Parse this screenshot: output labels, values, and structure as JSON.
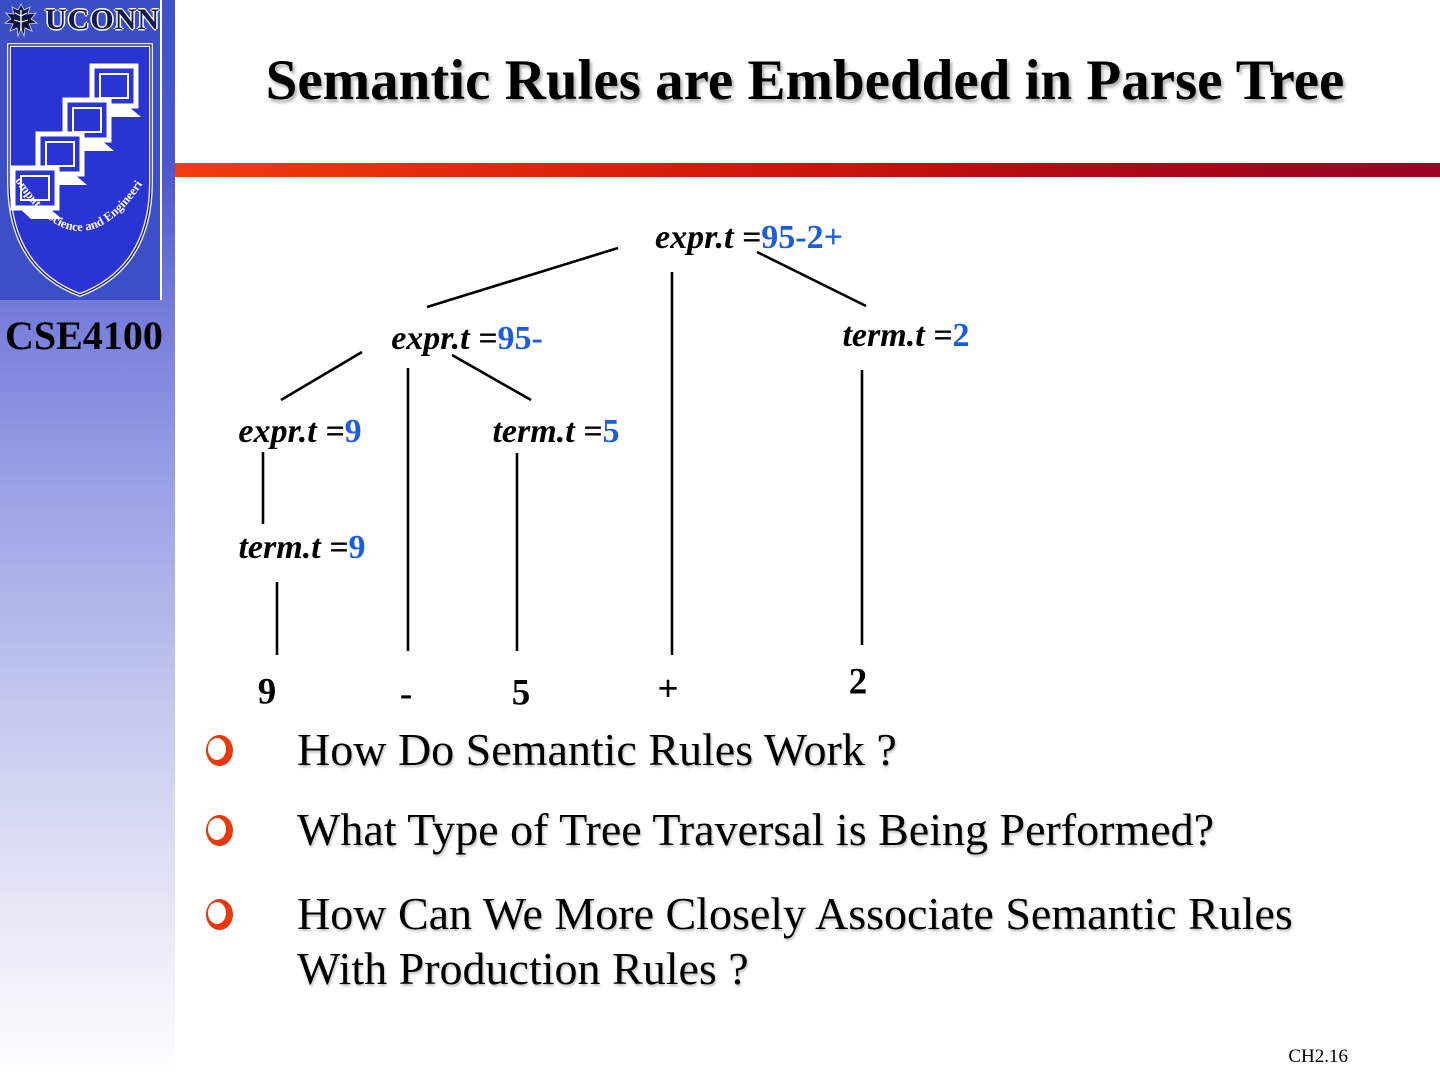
{
  "sidebar": {
    "uconn_wordmark": "UCONN",
    "shield_text": "Computer Science and Engineering",
    "course_code": "CSE4100"
  },
  "header": {
    "title": "Semantic Rules are Embedded in Parse Tree"
  },
  "tree": {
    "nodes": [
      {
        "label": "expr.t =",
        "value": "95-2+"
      },
      {
        "label": "expr.t =",
        "value": "95-"
      },
      {
        "label": "term.t =",
        "value": "2"
      },
      {
        "label": "expr.t =",
        "value": "9"
      },
      {
        "label": "term.t =",
        "value": "5"
      },
      {
        "label": "term.t =",
        "value": "9"
      }
    ],
    "leaves": [
      "9",
      "-",
      "5",
      "+",
      "2"
    ]
  },
  "bullets": [
    "How Do Semantic Rules Work ?",
    "What Type of Tree Traversal is Being Performed?",
    "How Can We More Closely Associate Semantic Rules With Production Rules ?"
  ],
  "footer": {
    "slide_number": "CH2.16"
  },
  "colors": {
    "sidebar_blue": "#3c4fc7",
    "attribute_value_blue": "#1b5ddb",
    "bullet_ring_red": "#e8380d",
    "accent_bar_left": "#f23c0b",
    "accent_bar_right": "#9b0122"
  }
}
